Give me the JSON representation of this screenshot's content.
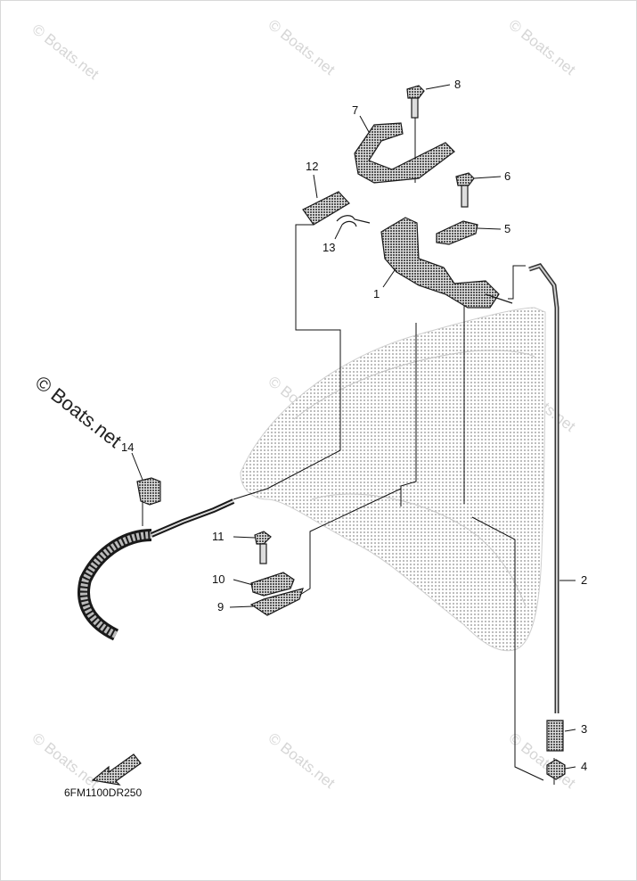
{
  "diagram": {
    "part_code": "6FM1100DR250",
    "watermark": "© Boats.net",
    "callouts": [
      "1",
      "2",
      "3",
      "4",
      "5",
      "6",
      "7",
      "8",
      "9",
      "10",
      "11",
      "12",
      "13",
      "14"
    ]
  }
}
